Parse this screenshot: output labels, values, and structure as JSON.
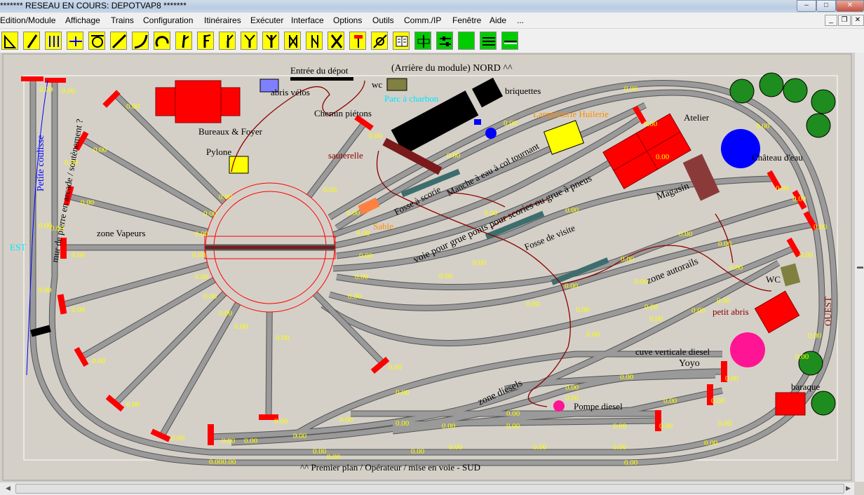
{
  "window": {
    "title": "******* RESEAU EN COURS: DEPOTVAP8 *******"
  },
  "menu": [
    "Edition/Module",
    "Affichage",
    "Trains",
    "Configuration",
    "Itinéraires",
    "Exécuter",
    "Interface",
    "Options",
    "Outils",
    "Comm./IP",
    "Fenêtre",
    "Aide",
    "..."
  ],
  "toolbar": {
    "icons": [
      "switch-pointer-icon",
      "select-tool-icon",
      "track-insert-icon",
      "track-measure-icon",
      "turntable-tool-icon",
      "straight-track-icon",
      "curve-track-icon",
      "loop-track-icon",
      "switch-left-icon",
      "switch-right-icon",
      "switch-y-icon",
      "double-switch-icon",
      "three-way-switch-icon",
      "crossover-double-icon",
      "double-slip-icon",
      "crossing-icon",
      "buffer-stop-icon",
      "signal-tool-icon",
      "book-icon",
      "decoupler-icon",
      "block-tool-icon",
      "green-square-icon",
      "green-lines-icon",
      "green-ruler-icon"
    ]
  },
  "labels": {
    "entree": "Entrée du dépot",
    "nord": "(Arrière du module) NORD ^^",
    "sud": "^^ Premier plan / Opérateur / mise en voie - SUD",
    "ouest": "OUEST",
    "est": "EST",
    "petite_coulisse": "Petite coulisse",
    "mur": "mur de pierre en arcade / soutènement ?",
    "abris_velos": "abris vélos",
    "wc_top": "wc",
    "briquettes": "briquettes",
    "parc_charbon": "Parc à charbon",
    "lampisterie": "Lampisterie Huilerie",
    "atelier": "Atelier",
    "chateau": "Château d'eau",
    "magasin": "Magasin",
    "bureaux": "Bureaux & Foyer",
    "pylone": "Pylone",
    "chemin": "Chemin piétons",
    "sauterelle": "sauterelle",
    "fosse_scorie": "Fosse à scorie",
    "manche": "Manche à eau à col tournant",
    "voie_grue": "voie pour grue ponts pour scories ou grue à pneus",
    "fosse_visite": "Fosse de visite",
    "sable": "Sable",
    "zone_vapeurs": "zone Vapeurs",
    "zone_autorails": "zone autorails",
    "zone_diesels": "zone diesels",
    "wc_right": "WC",
    "petit_abris": "petit abris",
    "cuve": "cuve verticale diesel",
    "yoyo": "Yoyo",
    "pompe": "Pompe diesel",
    "baraque": "baraque"
  },
  "track_value": "0.00",
  "track_value_double": "0.000.00",
  "colors": {
    "track": "#9a9a9a",
    "buffer": "#ff0000",
    "value": "#ffff00",
    "building": "#ff0000",
    "wire": "#8b0000",
    "tree": "#1e8c1e",
    "water_tower": "#0000ff",
    "platform": "#3d6e6e"
  }
}
